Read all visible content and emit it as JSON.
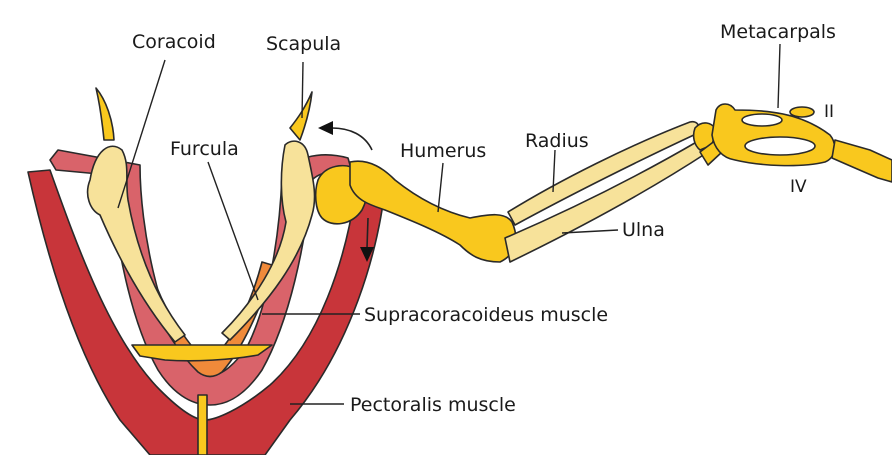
{
  "labels": {
    "coracoid": "Coracoid",
    "scapula": "Scapula",
    "furcula": "Furcula",
    "humerus": "Humerus",
    "radius": "Radius",
    "ulna": "Ulna",
    "metacarpals": "Metacarpals",
    "digit_ii": "II",
    "digit_iv": "IV",
    "supracoracoideus": "Supracoracoideus muscle",
    "pectoralis": "Pectoralis muscle"
  },
  "colors": {
    "pectoralis": "#c8353a",
    "supracoracoideus": "#d9636a",
    "furcula": "#f08a3a",
    "bone_pale": "#f7e29a",
    "bone_bright": "#f9c81e",
    "bone_dark": "#f2b400"
  }
}
